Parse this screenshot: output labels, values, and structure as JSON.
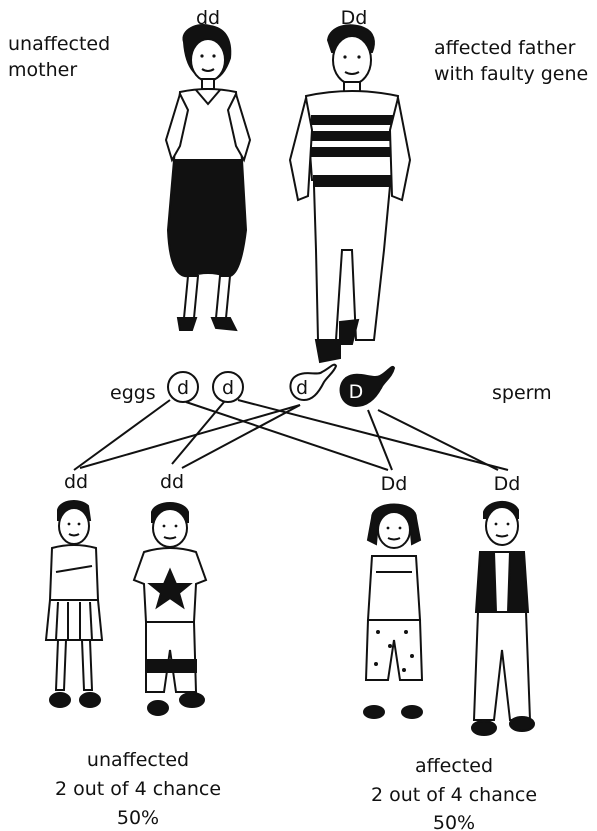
{
  "parents": {
    "mother": {
      "genotype": "dd",
      "label_line1": "unaffected",
      "label_line2": "mother"
    },
    "father": {
      "genotype": "Dd",
      "label_line1": "affected father",
      "label_line2": "with faulty gene"
    }
  },
  "gametes": {
    "eggs_label": "eggs",
    "sperm_label": "sperm",
    "egg_1": "d",
    "egg_2": "d",
    "sperm_1": "d",
    "sperm_2": "D"
  },
  "children": {
    "child_1": "dd",
    "child_2": "dd",
    "child_3": "Dd",
    "child_4": "Dd"
  },
  "outcomes": {
    "unaffected": {
      "line1": "unaffected",
      "line2": "2 out of 4 chance",
      "line3": "50%"
    },
    "affected": {
      "line1": "affected",
      "line2": "2 out of 4 chance",
      "line3": "50%"
    }
  },
  "colors": {
    "ink": "#111111",
    "paper": "#ffffff"
  }
}
